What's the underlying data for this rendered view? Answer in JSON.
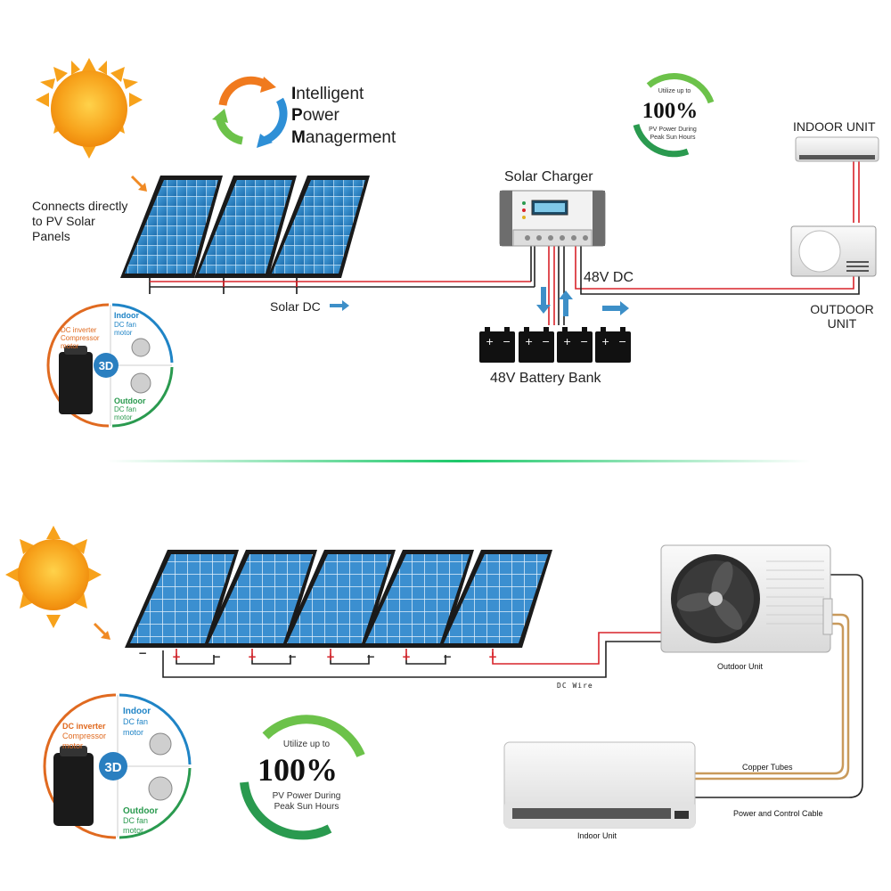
{
  "top": {
    "ipm": {
      "l1_first": "I",
      "l1_rest": "ntelligent",
      "l2_first": "P",
      "l2_rest": "ower",
      "l3_first": "M",
      "l3_rest": "anagerment"
    },
    "connects_text": [
      "Connects directly",
      "to PV Solar",
      "Panels"
    ],
    "solar_charger": "Solar Charger",
    "dc48": "48V DC",
    "solar_dc": "Solar DC",
    "battery_bank": "48V Battery Bank",
    "indoor_unit": "INDOOR UNIT",
    "outdoor_unit": [
      "OUTDOOR",
      "UNIT"
    ],
    "badge": {
      "top": "Utilize up to",
      "pct": "100%",
      "l1": "PV Power During",
      "l2": "Peak Sun Hours"
    },
    "circle": {
      "dc_inverter": [
        "DC inverter",
        "Compressor",
        "motor"
      ],
      "indoor": "Indoor",
      "indoor_sub": [
        "DC fan",
        "motor"
      ],
      "outdoor": "Outdoor",
      "outdoor_sub": [
        "DC fan",
        "motor"
      ],
      "center": "3D"
    }
  },
  "bottom": {
    "outdoor_unit": "Outdoor Unit",
    "indoor_unit": "Indoor Unit",
    "dc_wire": "DC Wire",
    "copper_tubes": "Copper Tubes",
    "power_cable": "Power and Control Cable",
    "badge": {
      "top": "Utilize up to",
      "pct": "100%",
      "l1": "PV Power During",
      "l2": "Peak Sun Hours"
    },
    "circle": {
      "dc_inverter": [
        "DC inverter",
        "Compressor",
        "motor"
      ],
      "indoor": "Indoor",
      "indoor_sub": [
        "DC fan",
        "motor"
      ],
      "outdoor": "Outdoor",
      "outdoor_sub": [
        "DC fan",
        "motor"
      ],
      "center": "3D"
    },
    "plus": "+",
    "minus": "−"
  },
  "colors": {
    "red_wire": "#d8232a",
    "sun": "#f5a623",
    "panel_blue": "#2e7fc1",
    "arrow_blue": "#3d8fc8",
    "green": "#2a9a4f",
    "orange": "#e06a20"
  }
}
